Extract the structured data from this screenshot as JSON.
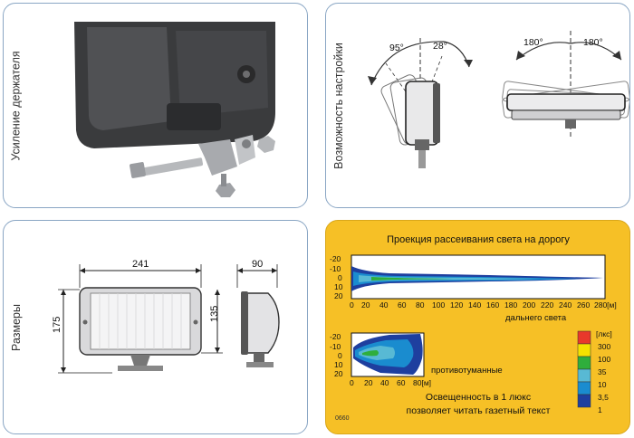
{
  "panels": {
    "bracket": {
      "label": "Усиление держателя"
    },
    "adjust": {
      "label": "Возможность настройки",
      "angle_tilt_back": "95°",
      "angle_tilt_fwd": "28°",
      "angle_rot_left": "180°",
      "angle_rot_right": "180°"
    },
    "dims": {
      "label": "Размеры",
      "width": "241",
      "depth": "90",
      "height_total": "175",
      "height_lens": "135"
    },
    "beam": {
      "title": "Проекция рассеивания света на дорогу",
      "y_ticks": [
        "-20",
        "-10",
        "0",
        "10",
        "20"
      ],
      "x_ticks_main": [
        "0",
        "20",
        "40",
        "60",
        "80",
        "100",
        "120",
        "140",
        "160",
        "180",
        "200",
        "220",
        "240",
        "260",
        "280[м]"
      ],
      "x_ticks_fog": [
        "0",
        "20",
        "40",
        "60",
        "80[м]"
      ],
      "driving_label": "дальнего света",
      "fog_label": "противотуманные",
      "footnote_line1": "Освещенность в 1 люкс",
      "footnote_line2": "позволяет читать газетный текст",
      "code": "0660",
      "legend_title": "[лкс]",
      "legend": [
        {
          "value": "300",
          "color": "#e8382b"
        },
        {
          "value": "100",
          "color": "#f4e200"
        },
        {
          "value": "35",
          "color": "#2fae3c"
        },
        {
          "value": "10",
          "color": "#58b9d4"
        },
        {
          "value": "3,5",
          "color": "#1a8ccf"
        },
        {
          "value": "1",
          "color": "#1e3f9f"
        }
      ]
    }
  }
}
